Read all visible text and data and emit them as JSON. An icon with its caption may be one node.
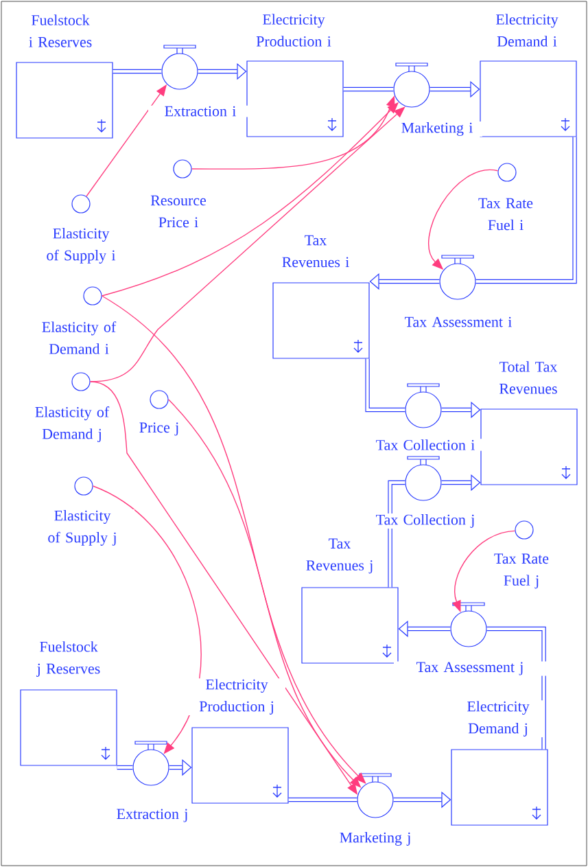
{
  "diagram": {
    "nodes": [
      {
        "text": [
          "Fuelstock i Reserves"
        ]
      },
      {
        "text": [
          "Extraction i"
        ]
      },
      {
        "text": [
          "Electricity Production i"
        ]
      },
      {
        "text": [
          "Marketing i"
        ]
      },
      {
        "text": [
          "Electricity Demand i"
        ]
      },
      {
        "text": [
          "Resource Price i"
        ]
      },
      {
        "text": [
          "Elasticity of Supply i"
        ]
      },
      {
        "text": [
          "Tax Rate Fuel i"
        ]
      },
      {
        "text": [
          "Tax Revenues i"
        ]
      },
      {
        "text": [
          "Tax Assessment i"
        ]
      },
      {
        "text": [
          "Elasticity of Demand i"
        ]
      },
      {
        "text": [
          "Total Tax Revenues"
        ]
      },
      {
        "text": [
          "Tax Collection i"
        ]
      },
      {
        "text": [
          "Elasticity of Demand j"
        ]
      },
      {
        "text": [
          "Price j"
        ]
      },
      {
        "text": [
          "Tax Collection j"
        ]
      },
      {
        "text": [
          "Elasticity of Supply j"
        ]
      },
      {
        "text": [
          "Tax Rate Fuel j"
        ]
      },
      {
        "text": [
          "Tax Revenues j"
        ]
      },
      {
        "text": [
          "Tax Assessment j"
        ]
      },
      {
        "text": [
          "Fuelstock j Reserves"
        ]
      },
      {
        "text": [
          "Electricity Production j"
        ]
      },
      {
        "text": [
          "Extraction j"
        ]
      },
      {
        "text": [
          "Electricity Demand j"
        ]
      },
      {
        "text": [
          "Marketing j"
        ]
      }
    ],
    "edges": [
      {
        "from": 0,
        "to": 1,
        "arrow": "none"
      },
      {
        "from": 1,
        "to": 2,
        "arrow": "to"
      },
      {
        "from": 2,
        "to": 3,
        "arrow": "none"
      },
      {
        "from": 3,
        "to": 4,
        "arrow": "to"
      },
      {
        "from": 4,
        "to": 9,
        "arrow": "none"
      },
      {
        "from": 9,
        "to": 8,
        "arrow": "to"
      },
      {
        "from": 8,
        "to": 12,
        "arrow": "none"
      },
      {
        "from": 12,
        "to": 11,
        "arrow": "to"
      },
      {
        "from": 18,
        "to": 15,
        "arrow": "none"
      },
      {
        "from": 15,
        "to": 11,
        "arrow": "to"
      },
      {
        "from": 23,
        "to": 19,
        "arrow": "none"
      },
      {
        "from": 19,
        "to": 18,
        "arrow": "to"
      },
      {
        "from": 20,
        "to": 22,
        "arrow": "none"
      },
      {
        "from": 22,
        "to": 21,
        "arrow": "to"
      },
      {
        "from": 21,
        "to": 24,
        "arrow": "none"
      },
      {
        "from": 24,
        "to": 23,
        "arrow": "to"
      },
      {
        "from": 6,
        "to": 1,
        "arrow": "to",
        "color": "#ff3d7f"
      },
      {
        "from": 5,
        "to": 3,
        "arrow": "to",
        "color": "#ff3d7f"
      },
      {
        "from": 10,
        "to": 3,
        "arrow": "to",
        "color": "#ff3d7f"
      },
      {
        "from": 13,
        "to": 3,
        "arrow": "to",
        "color": "#ff3d7f"
      },
      {
        "from": 10,
        "to": 24,
        "arrow": "to",
        "color": "#ff3d7f"
      },
      {
        "from": 13,
        "to": 24,
        "arrow": "to",
        "color": "#ff3d7f"
      },
      {
        "from": 14,
        "to": 24,
        "arrow": "to",
        "color": "#ff3d7f"
      },
      {
        "from": 16,
        "to": 22,
        "arrow": "to",
        "color": "#ff3d7f"
      },
      {
        "from": 7,
        "to": 9,
        "arrow": "to",
        "color": "#ff3d7f"
      },
      {
        "from": 17,
        "to": 19,
        "arrow": "to",
        "color": "#ff3d7f"
      }
    ]
  }
}
